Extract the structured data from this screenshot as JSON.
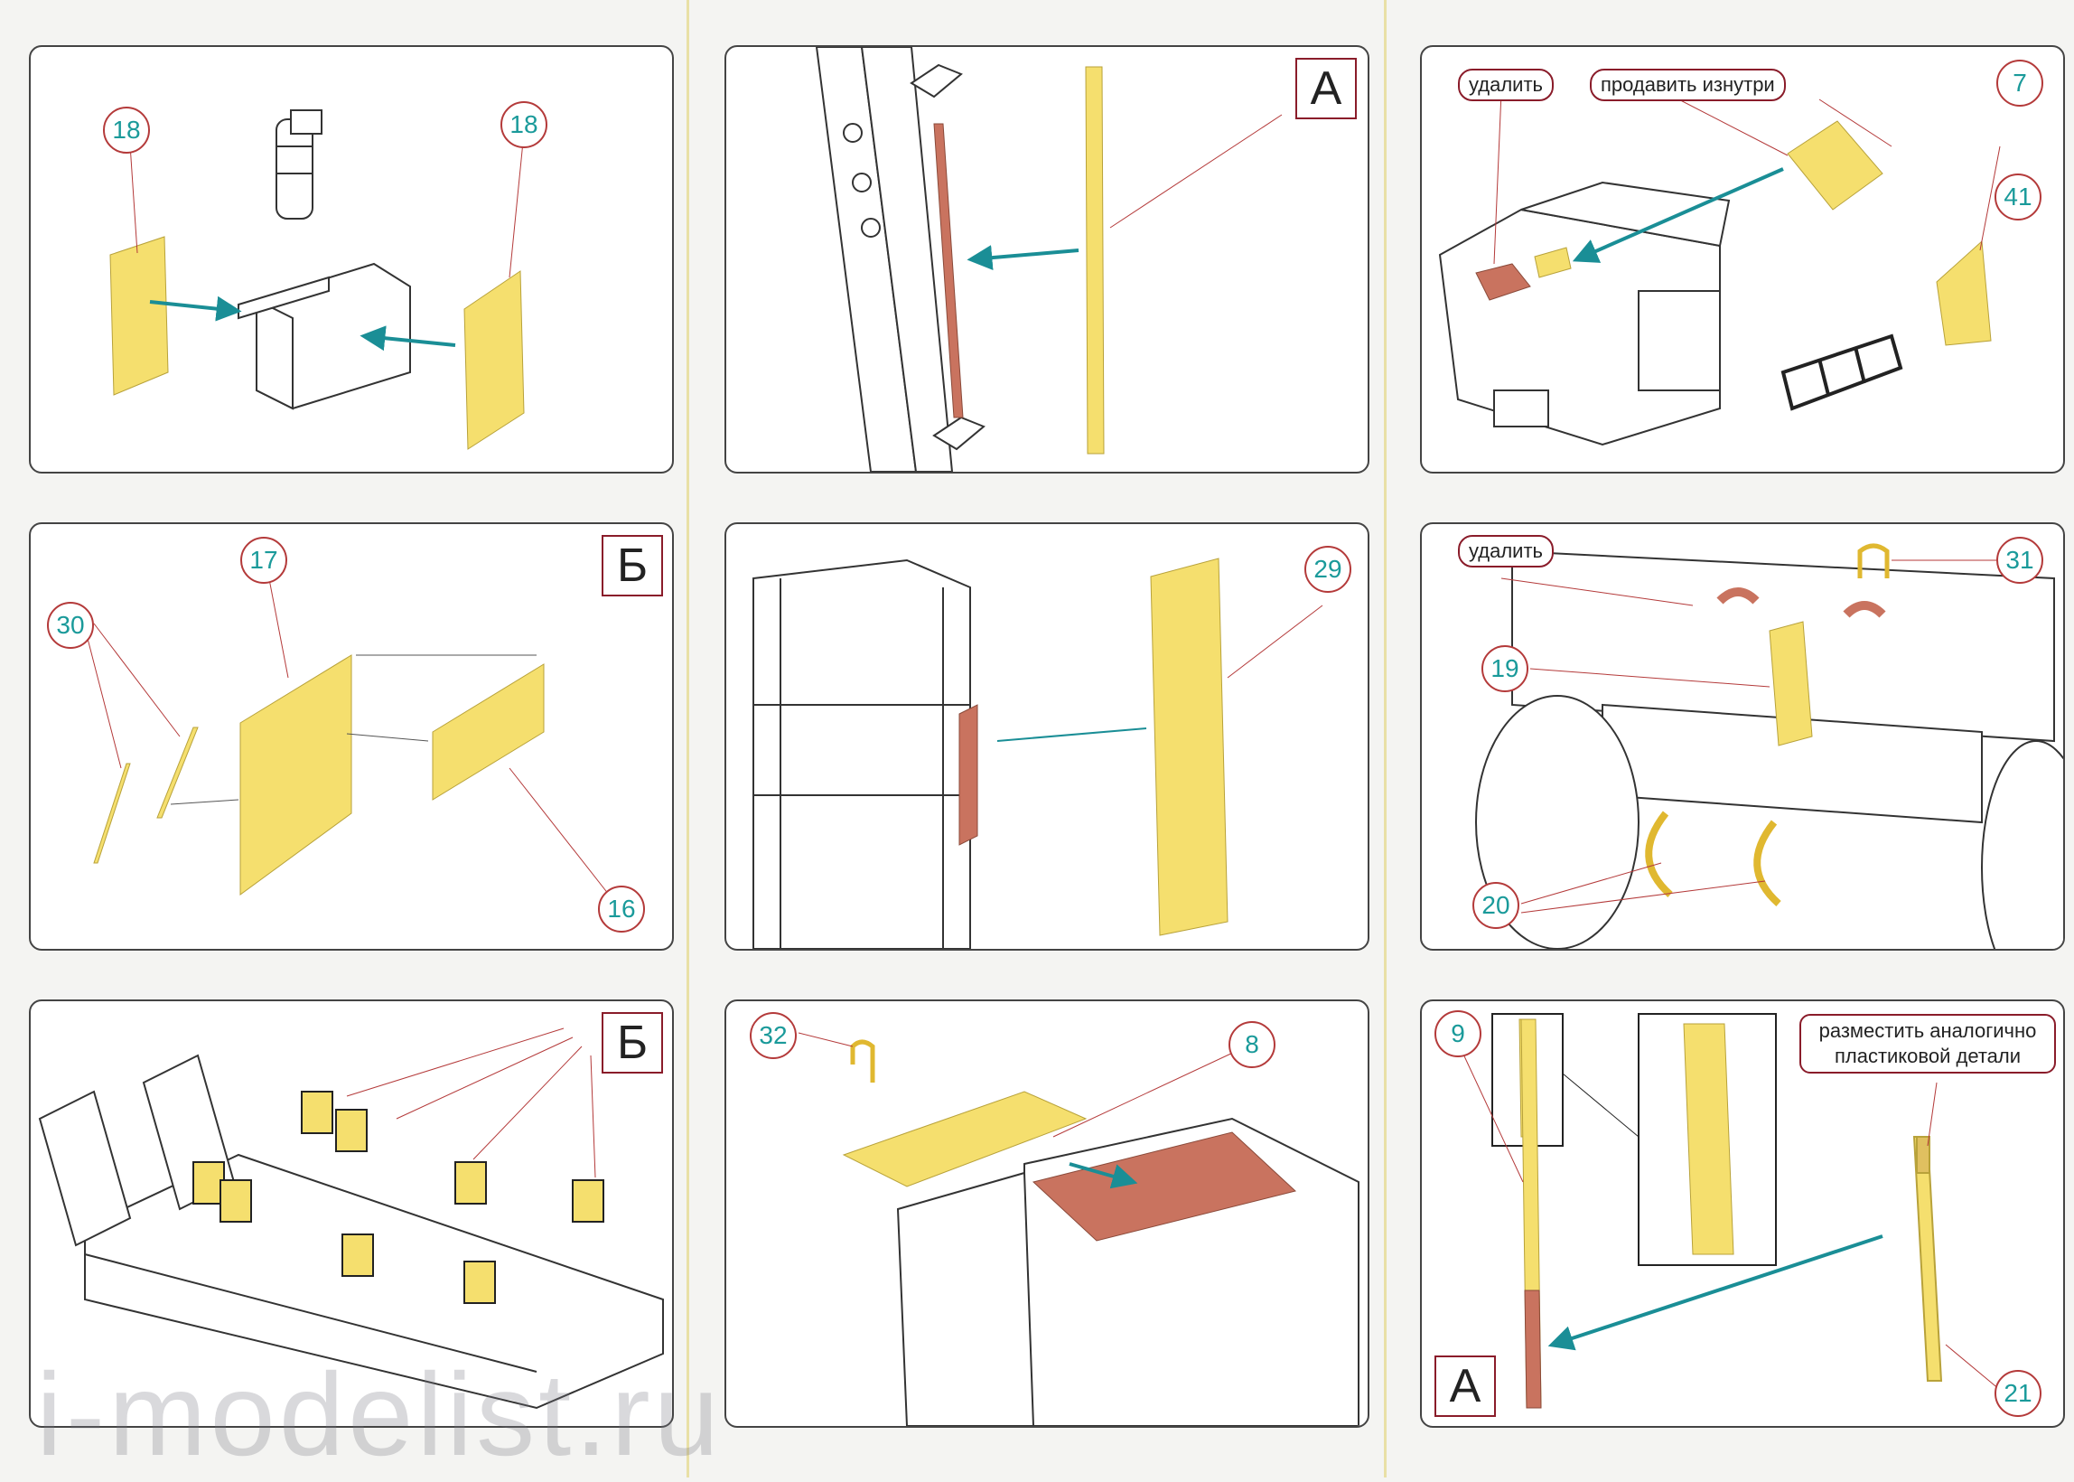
{
  "watermark": "i-modelist.ru",
  "panels": {
    "p1": {
      "callouts": [
        "18",
        "18"
      ]
    },
    "p2": {
      "letter": "А"
    },
    "p3": {
      "note_remove": "удалить",
      "note_push": "продавить изнутри",
      "callouts": [
        "7",
        "41"
      ]
    },
    "p4": {
      "letter": "Б",
      "callouts": [
        "17",
        "30",
        "16"
      ]
    },
    "p5": {
      "callouts": [
        "29"
      ]
    },
    "p6": {
      "note_remove": "удалить",
      "callouts": [
        "31",
        "19",
        "20"
      ]
    },
    "p7": {
      "letter": "Б"
    },
    "p8": {
      "callouts": [
        "32",
        "8"
      ]
    },
    "p9": {
      "letter": "А",
      "note_place": "разместить аналогично пластиковой детали",
      "callouts": [
        "9",
        "21"
      ]
    }
  },
  "colors": {
    "pe_part": "#f5df6e",
    "removed": "#c9735f",
    "arrow": "#1a8e96",
    "callout_ring": "#b43a3a",
    "callout_text": "#1a9a9a"
  }
}
